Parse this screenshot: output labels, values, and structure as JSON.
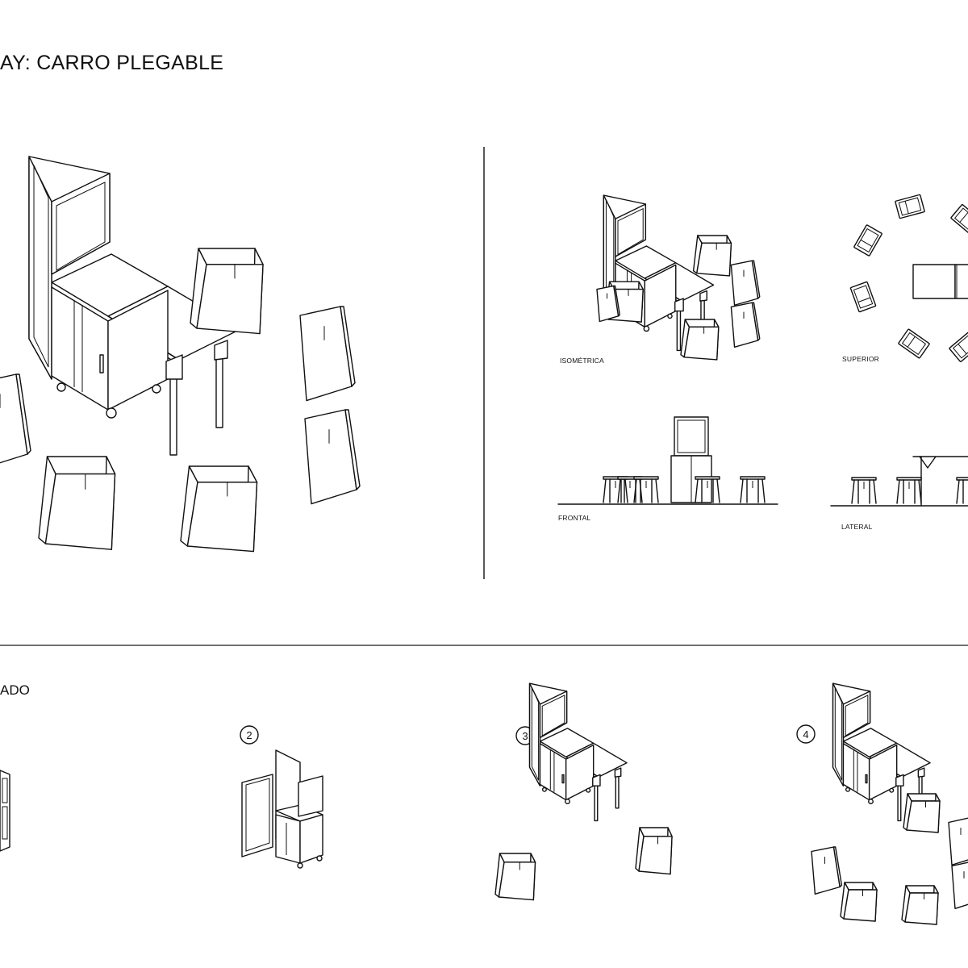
{
  "title": "AY: CARRO PLEGABLE",
  "section_title": "ADO",
  "views": {
    "isometric": "ISOMÉTRICA",
    "top": "SUPERIOR",
    "front": "FRONTAL",
    "side": "LATERAL"
  },
  "steps": [
    "2",
    "3",
    "4"
  ]
}
